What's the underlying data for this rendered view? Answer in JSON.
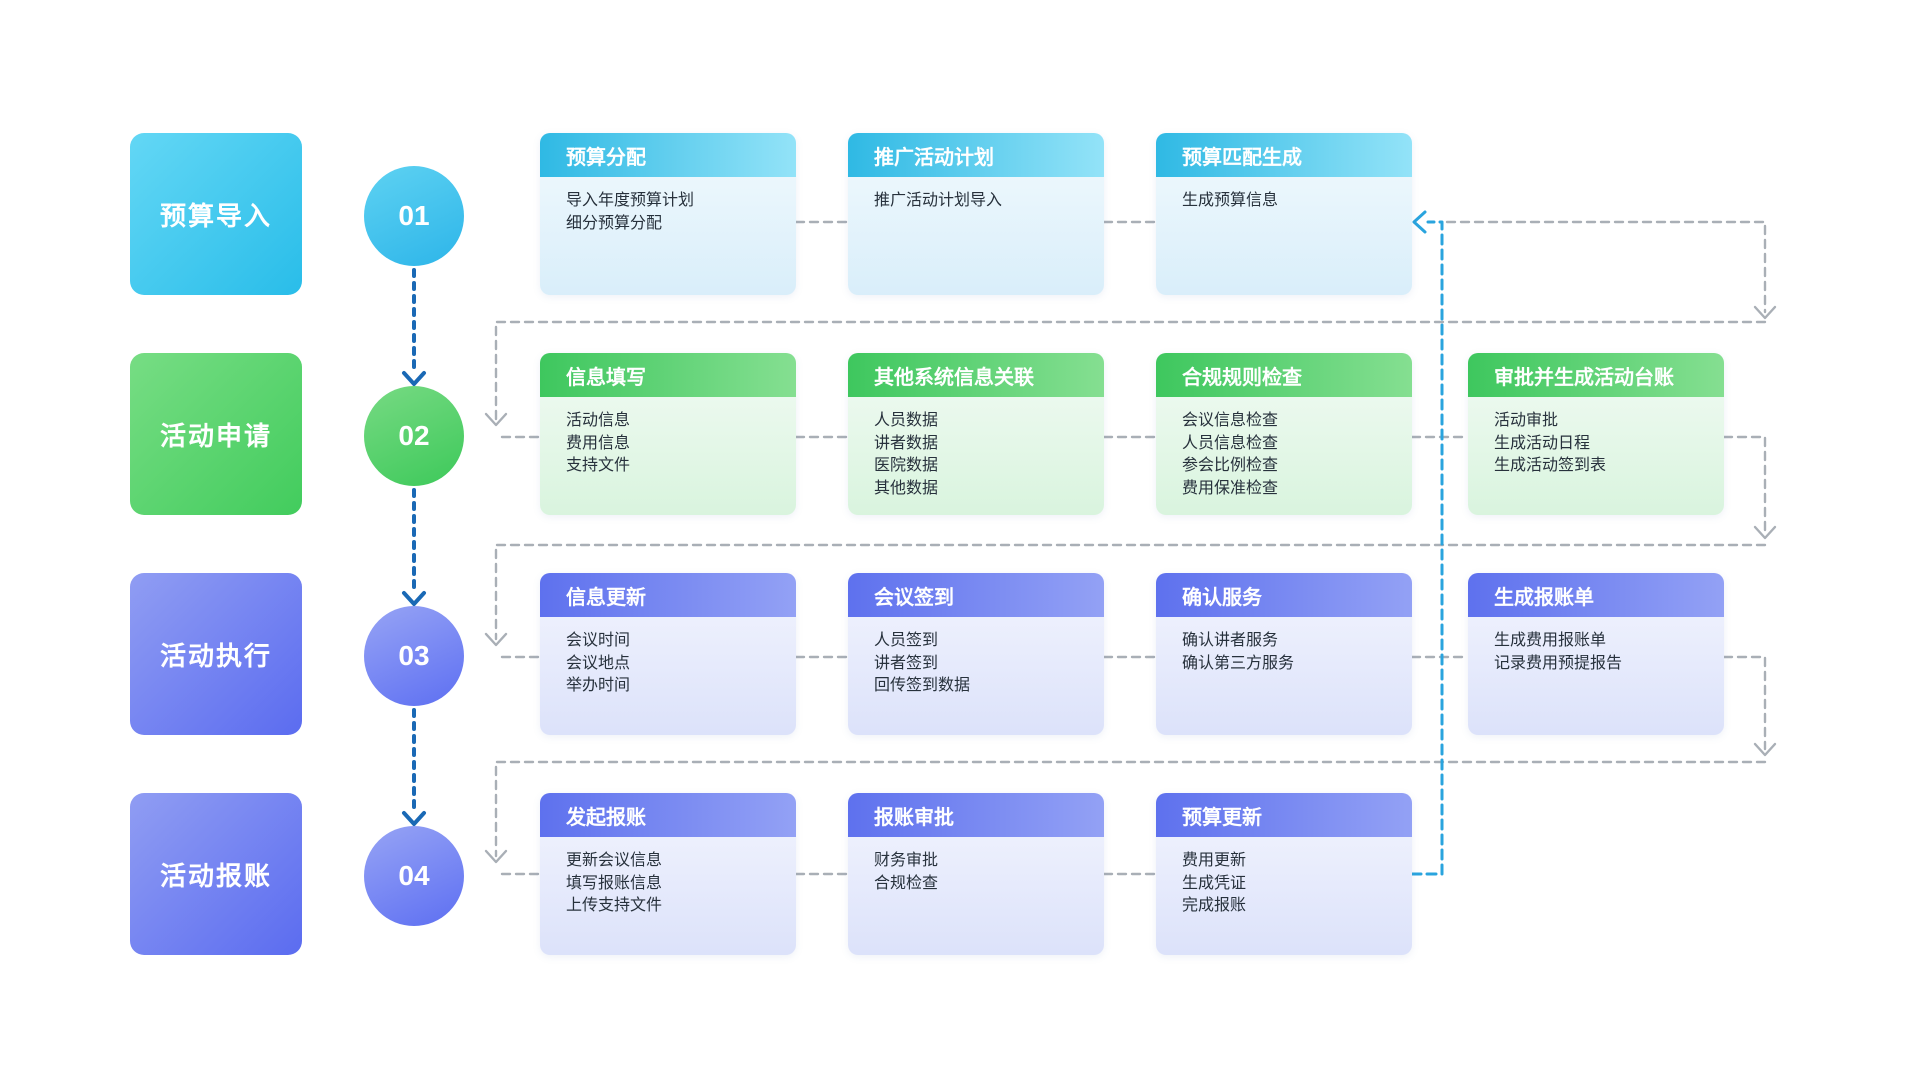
{
  "stages": [
    {
      "number": "01",
      "label": "预算导入",
      "theme": "cyan",
      "cards": [
        {
          "title": "预算分配",
          "items": [
            "导入年度预算计划",
            "细分预算分配"
          ]
        },
        {
          "title": "推广活动计划",
          "items": [
            "推广活动计划导入"
          ]
        },
        {
          "title": "预算匹配生成",
          "items": [
            "生成预算信息"
          ]
        }
      ]
    },
    {
      "number": "02",
      "label": "活动申请",
      "theme": "green",
      "cards": [
        {
          "title": "信息填写",
          "items": [
            "活动信息",
            "费用信息",
            "支持文件"
          ]
        },
        {
          "title": "其他系统信息关联",
          "items": [
            "人员数据",
            "讲者数据",
            "医院数据",
            "其他数据"
          ]
        },
        {
          "title": "合规规则检查",
          "items": [
            "会议信息检查",
            "人员信息检查",
            "参会比例检查",
            "费用保准检查"
          ]
        },
        {
          "title": "审批并生成活动台账",
          "items": [
            "活动审批",
            "生成活动日程",
            "生成活动签到表"
          ]
        }
      ]
    },
    {
      "number": "03",
      "label": "活动执行",
      "theme": "indigo",
      "cards": [
        {
          "title": "信息更新",
          "items": [
            "会议时间",
            "会议地点",
            "举办时间"
          ]
        },
        {
          "title": "会议签到",
          "items": [
            "人员签到",
            "讲者签到",
            "回传签到数据"
          ]
        },
        {
          "title": "确认服务",
          "items": [
            "确认讲者服务",
            "确认第三方服务"
          ]
        },
        {
          "title": "生成报账单",
          "items": [
            "生成费用报账单",
            "记录费用预提报告"
          ]
        }
      ]
    },
    {
      "number": "04",
      "label": "活动报账",
      "theme": "indigo",
      "cards": [
        {
          "title": "发起报账",
          "items": [
            "更新会议信息",
            "填写报账信息",
            "上传支持文件"
          ]
        },
        {
          "title": "报账审批",
          "items": [
            "财务审批",
            "合规检查"
          ]
        },
        {
          "title": "预算更新",
          "items": [
            "费用更新",
            "生成凭证",
            "完成报账"
          ]
        }
      ]
    }
  ],
  "colors": {
    "background": "#ffffff",
    "connector_gray": "#a9afb6",
    "feedback_blue": "#2aa4de",
    "step_arrow_blue": "#1a69b5",
    "body_text": "#27313c",
    "themes": {
      "cyan": {
        "box": [
          "#63d7f5",
          "#29bde9"
        ],
        "circle": [
          "#5ed2f2",
          "#2db5e9"
        ],
        "header": [
          "#2fb9e4",
          "#93e3f8"
        ],
        "body": [
          "#f2fafd",
          "#d9eefa"
        ]
      },
      "green": {
        "box": [
          "#77dd84",
          "#42cc5d"
        ],
        "circle": [
          "#77da83",
          "#3dc95a"
        ],
        "header": [
          "#3ec75e",
          "#85df91"
        ],
        "body": [
          "#f2fbf4",
          "#d9f4de"
        ]
      },
      "indigo": {
        "box": [
          "#909df3",
          "#5b6cf0"
        ],
        "circle": [
          "#97a4f5",
          "#5d6ff2"
        ],
        "header": [
          "#5e71ee",
          "#93a1f5"
        ],
        "body": [
          "#f3f5fe",
          "#dce2fa"
        ]
      }
    }
  }
}
